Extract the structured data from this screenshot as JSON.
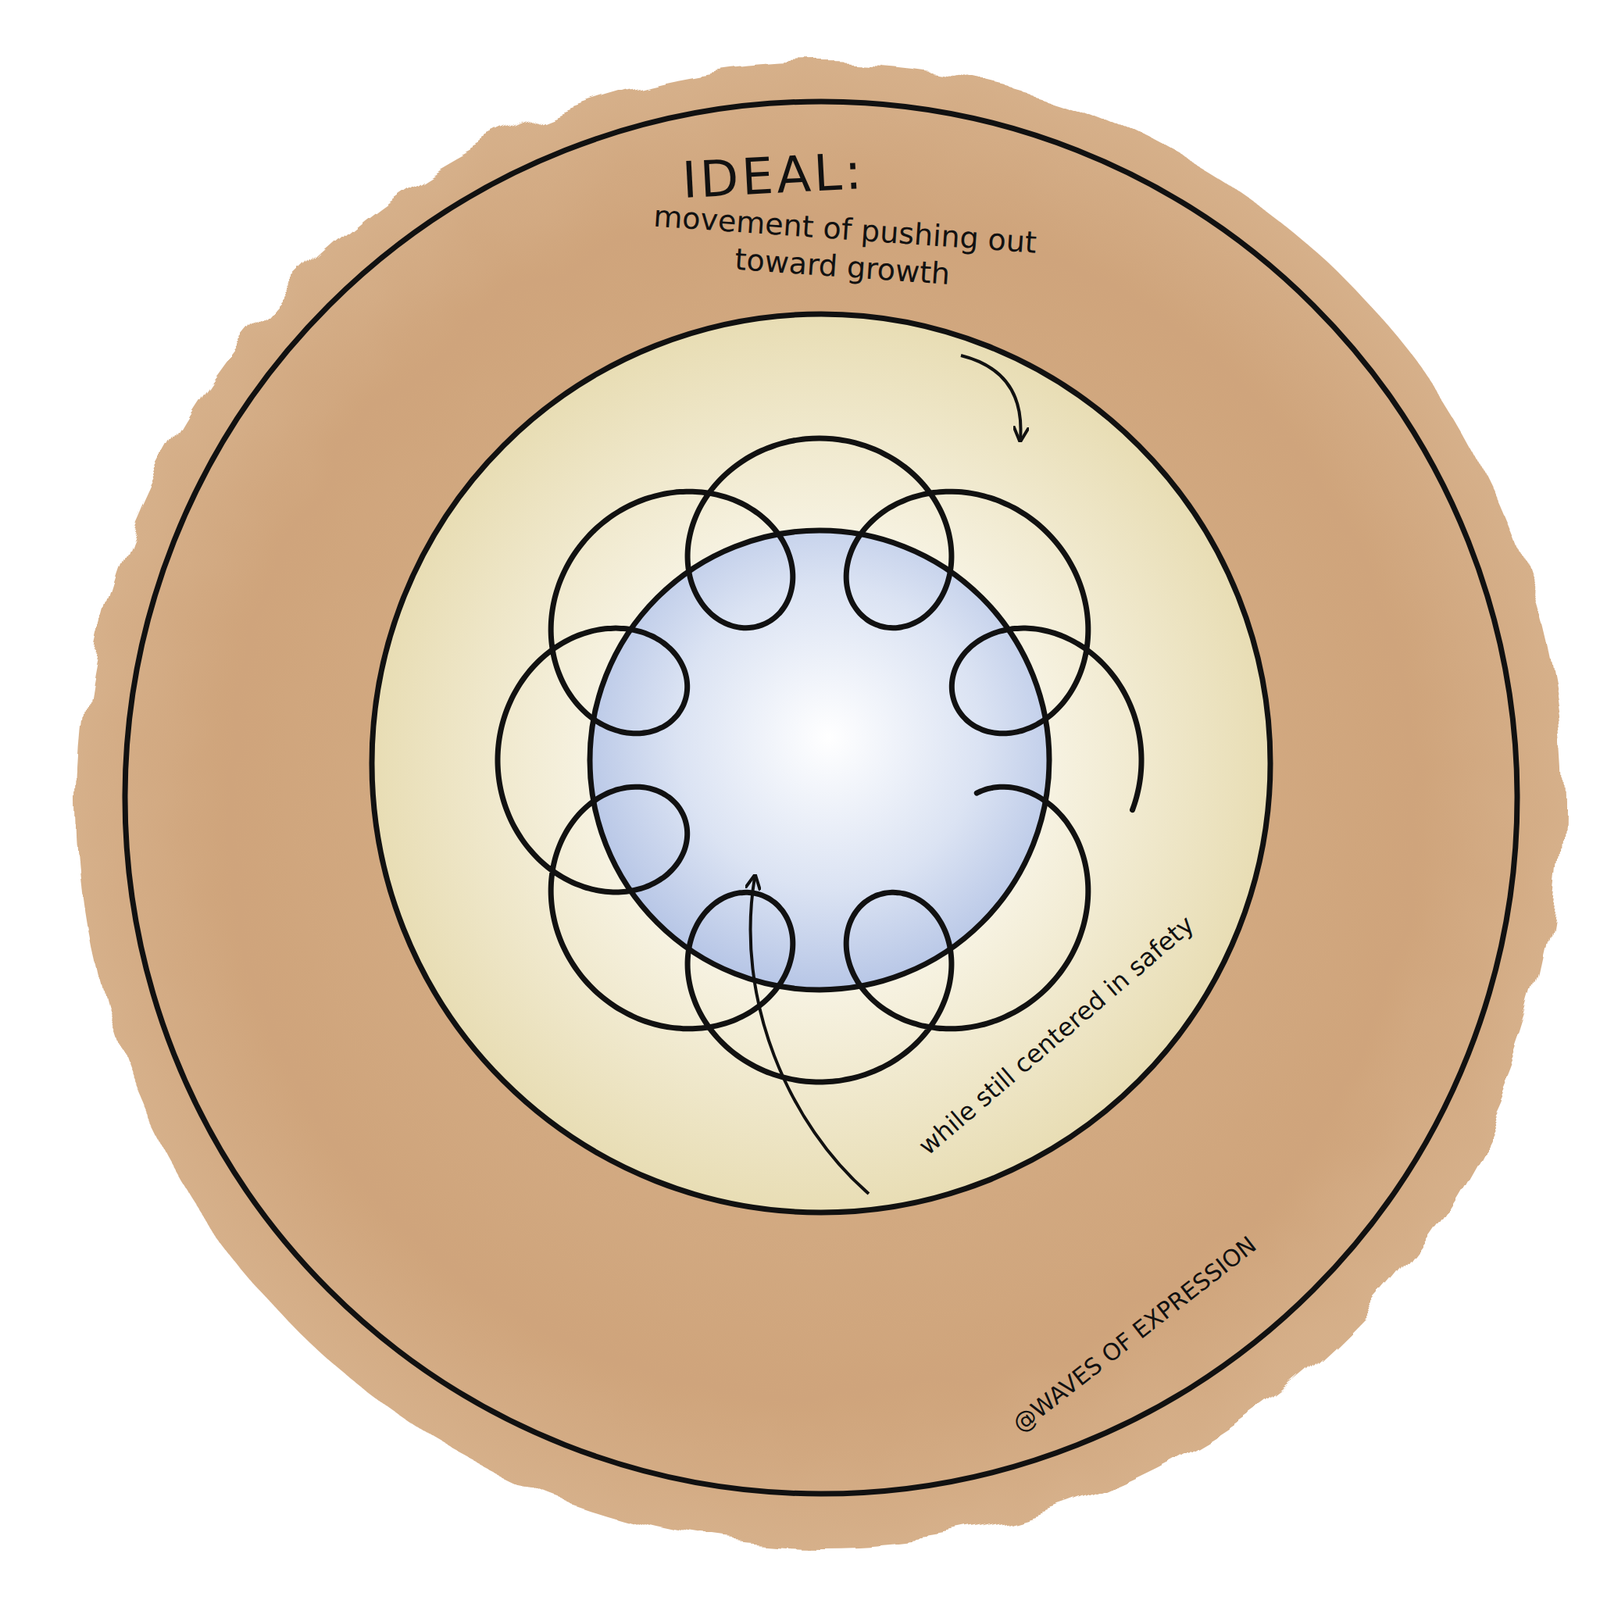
{
  "diagram": {
    "title": "IDEAL:",
    "labels": [
      "movement of pushing out toward growth",
      "while still centered in safety",
      "@WAVES OF EXPRESSION"
    ]
  }
}
